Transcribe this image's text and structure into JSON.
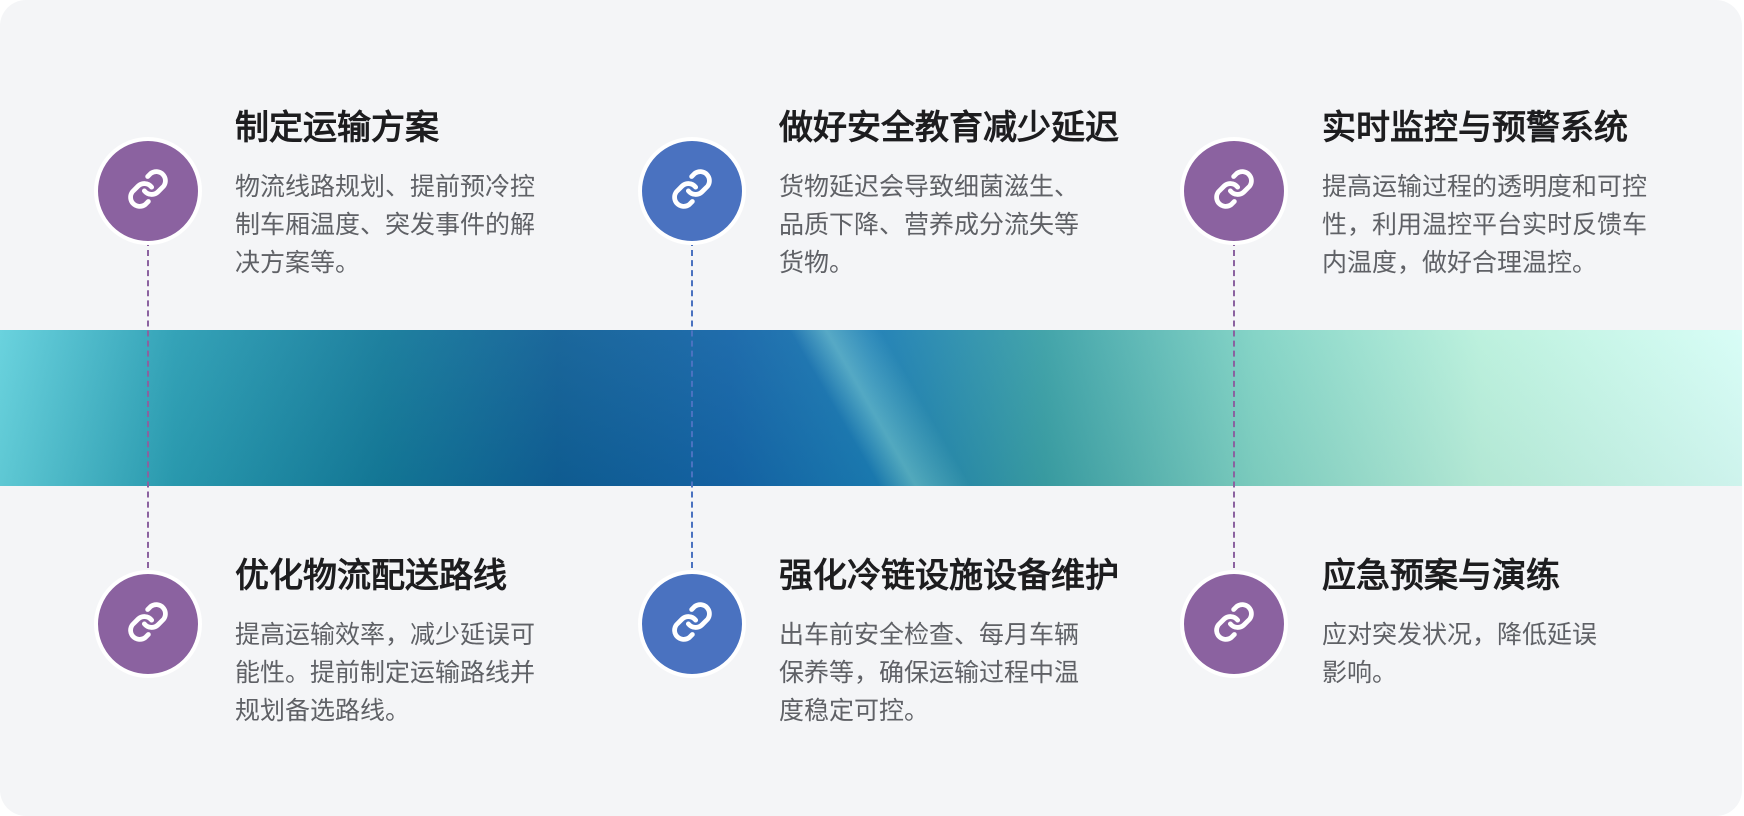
{
  "colors": {
    "purple": "#8b62a0",
    "blue": "#4a72c0"
  },
  "items": [
    {
      "title": "制定运输方案",
      "lines": [
        "物流线路规划、提前预冷控",
        "制车厢温度、突发事件的解",
        "决方案等。"
      ],
      "icon": "link-icon",
      "color": "purple"
    },
    {
      "title": "做好安全教育减少延迟",
      "lines": [
        "货物延迟会导致细菌滋生、",
        "品质下降、营养成分流失等",
        "货物。"
      ],
      "icon": "link-icon",
      "color": "blue"
    },
    {
      "title": "实时监控与预警系统",
      "lines": [
        "提高运输过程的透明度和可控",
        "性，利用温控平台实时反馈车",
        "内温度，做好合理温控。"
      ],
      "icon": "link-icon",
      "color": "purple"
    },
    {
      "title": "优化物流配送路线",
      "lines": [
        "提高运输效率，减少延误可",
        "能性。提前制定运输路线并",
        "规划备选路线。"
      ],
      "icon": "link-icon",
      "color": "purple"
    },
    {
      "title": "强化冷链设施设备维护",
      "lines": [
        "出车前安全检查、每月车辆",
        "保养等，确保运输过程中温",
        "度稳定可控。"
      ],
      "icon": "link-icon",
      "color": "blue"
    },
    {
      "title": "应急预案与演练",
      "lines": [
        "应对突发状况，降低延误",
        "影响。"
      ],
      "icon": "link-icon",
      "color": "purple"
    }
  ]
}
